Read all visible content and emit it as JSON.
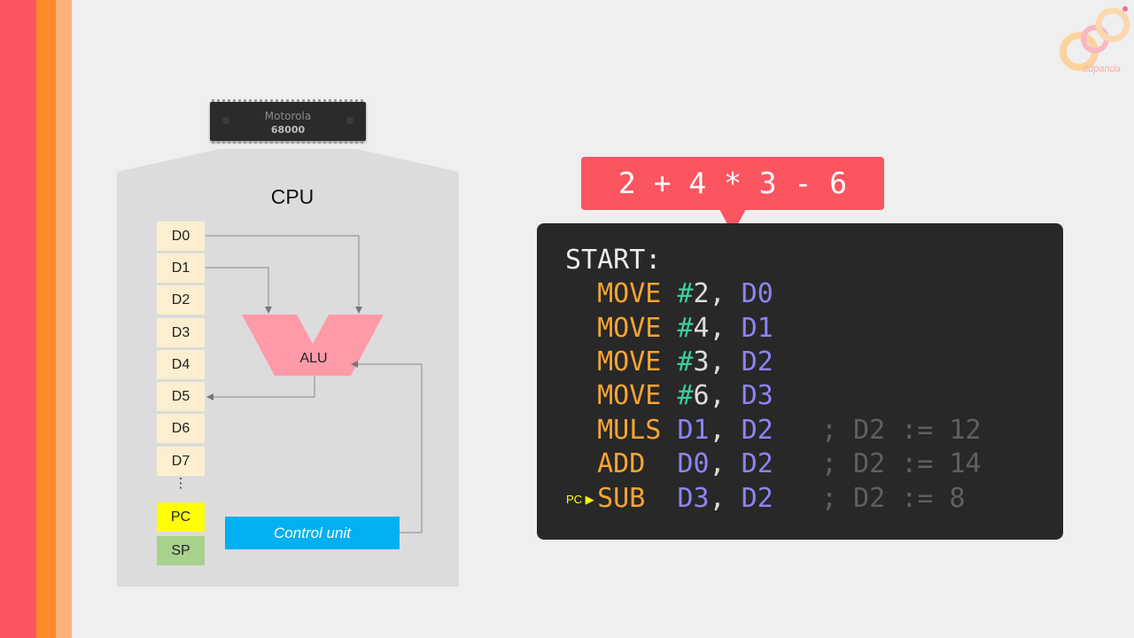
{
  "chip": {
    "name": "Motorola",
    "model": "68000"
  },
  "cpu": {
    "title": "CPU",
    "registers": [
      "D0",
      "D1",
      "D2",
      "D3",
      "D4",
      "D5",
      "D6",
      "D7"
    ],
    "ellipsis": "⋮",
    "pc_label": "PC",
    "sp_label": "SP",
    "alu_label": "ALU",
    "control_unit_label": "Control unit"
  },
  "expression": "2 + 4 * 3 - 6",
  "code": {
    "label": "START:",
    "lines": [
      {
        "op": "MOVE",
        "src_hash": "#",
        "src": "2",
        "dst": "D0",
        "comment": ""
      },
      {
        "op": "MOVE",
        "src_hash": "#",
        "src": "4",
        "dst": "D1",
        "comment": ""
      },
      {
        "op": "MOVE",
        "src_hash": "#",
        "src": "3",
        "dst": "D2",
        "comment": ""
      },
      {
        "op": "MOVE",
        "src_hash": "#",
        "src": "6",
        "dst": "D3",
        "comment": ""
      },
      {
        "op": "MULS",
        "src_hash": "",
        "src": "D1",
        "dst": "D2",
        "comment": "; D2 := 12"
      },
      {
        "op": "ADD",
        "src_hash": "",
        "src": "D0",
        "dst": "D2",
        "comment": "; D2 := 14"
      },
      {
        "op": "SUB",
        "src_hash": "",
        "src": "D3",
        "dst": "D2",
        "comment": "; D2 := 8"
      }
    ],
    "pc_marker": "PC ▶"
  },
  "logo_text": "ddpanda",
  "colors": {
    "stripe_red": "#fb5560",
    "stripe_orange": "#fb8a2a",
    "stripe_peach": "#fbb27a",
    "opcode": "#f7a532",
    "immediate": "#3ecf9b",
    "register": "#8c84f3",
    "comment": "#5f5f5f",
    "alu": "#ff9aa8",
    "control_unit": "#00b0f0",
    "pc": "#ffff00",
    "sp": "#a9d18e"
  }
}
